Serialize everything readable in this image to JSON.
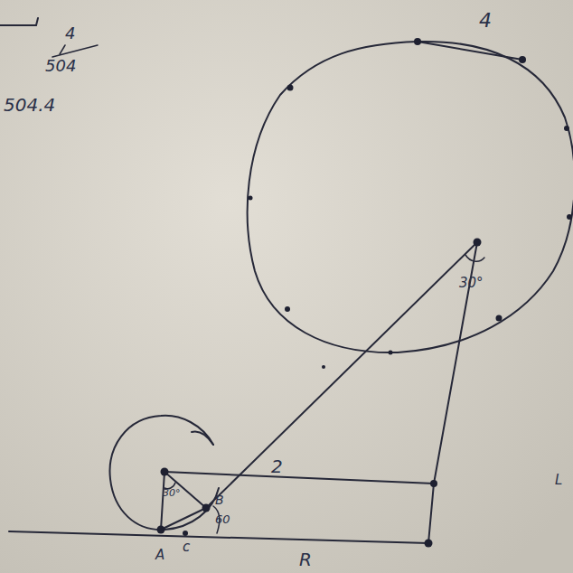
{
  "diagram": {
    "labels": [
      "4",
      "4",
      "504",
      "504.4",
      "30°",
      "2",
      "30°",
      "B",
      "60",
      "A",
      "c",
      "R",
      "L"
    ]
  }
}
